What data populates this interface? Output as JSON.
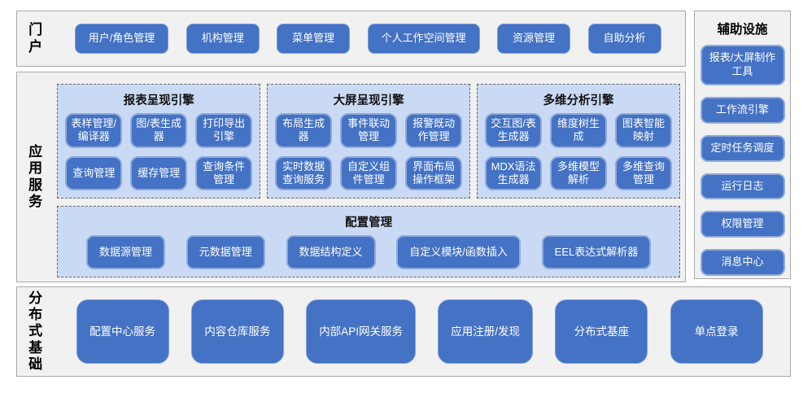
{
  "portal": {
    "label": "门户",
    "buttons": [
      "用户/角色管理",
      "机构管理",
      "菜单管理",
      "个人工作空间管理",
      "资源管理",
      "自助分析"
    ]
  },
  "app_services": {
    "label": "应用服务",
    "engines": [
      {
        "title": "报表呈现引擎",
        "buttons": [
          "表样管理/编译器",
          "图/表生成器",
          "打印导出引擎",
          "查询管理",
          "缓存管理",
          "查询条件管理"
        ]
      },
      {
        "title": "大屏呈现引擎",
        "buttons": [
          "布局生成器",
          "事件联动管理",
          "报警既动作管理",
          "实时数据查询服务",
          "自定义组件管理",
          "界面布局操作框架"
        ]
      },
      {
        "title": "多维分析引擎",
        "buttons": [
          "交互图/表生成器",
          "维度树生成",
          "图表智能映射",
          "MDX语法生成器",
          "多维模型解析",
          "多维查询管理"
        ]
      }
    ],
    "config": {
      "title": "配置管理",
      "buttons": [
        "数据源管理",
        "元数据管理",
        "数据结构定义",
        "自定义模块/函数插入",
        "EEL表达式解析器"
      ]
    }
  },
  "auxiliary": {
    "label": "辅助设施",
    "buttons": [
      "报表/大屏制作工具",
      "工作流引擎",
      "定时任务调度",
      "运行日志",
      "权限管理",
      "消息中心"
    ]
  },
  "distributed": {
    "label": "分布式基础",
    "buttons": [
      "配置中心服务",
      "内容仓库服务",
      "内部API网关服务",
      "应用注册/发现",
      "分布式基座",
      "单点登录"
    ]
  },
  "colors": {
    "button_blue": "#4472C4",
    "button_border_light_blue": "#8FAADC",
    "panel_light_blue": "#CBDAF4",
    "panel_dashed_border": "#666666",
    "section_gray": "#F1F1F1",
    "section_border": "#A9A9A9",
    "button_text": "#FFFFFF",
    "label_text": "#000000"
  }
}
